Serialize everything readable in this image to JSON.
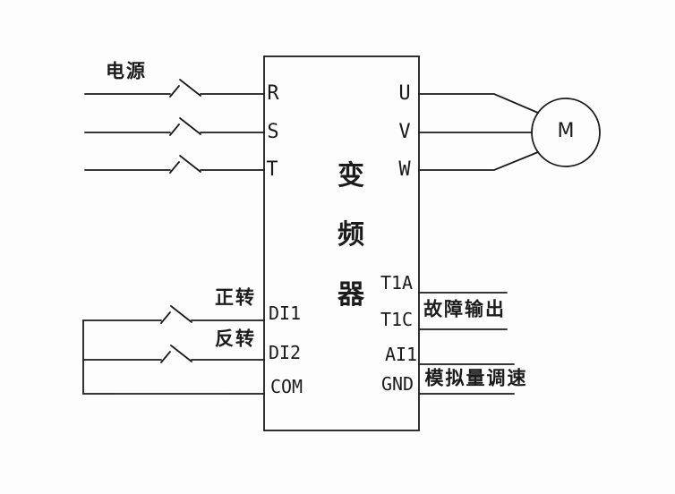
{
  "labels": {
    "power": "电源",
    "forward": "正转",
    "reverse": "反转",
    "fault_output": "故障输出",
    "analog_speed": "模拟量调速",
    "motor": "M"
  },
  "inverter": {
    "name": "变频器",
    "chars": [
      "变",
      "频",
      "器"
    ],
    "input_terminals": [
      "R",
      "S",
      "T"
    ],
    "output_terminals": [
      "U",
      "V",
      "W"
    ],
    "control_terminals": [
      "DI1",
      "DI2",
      "COM"
    ],
    "io_terminals": [
      "T1A",
      "T1C",
      "AI1",
      "GND"
    ]
  }
}
